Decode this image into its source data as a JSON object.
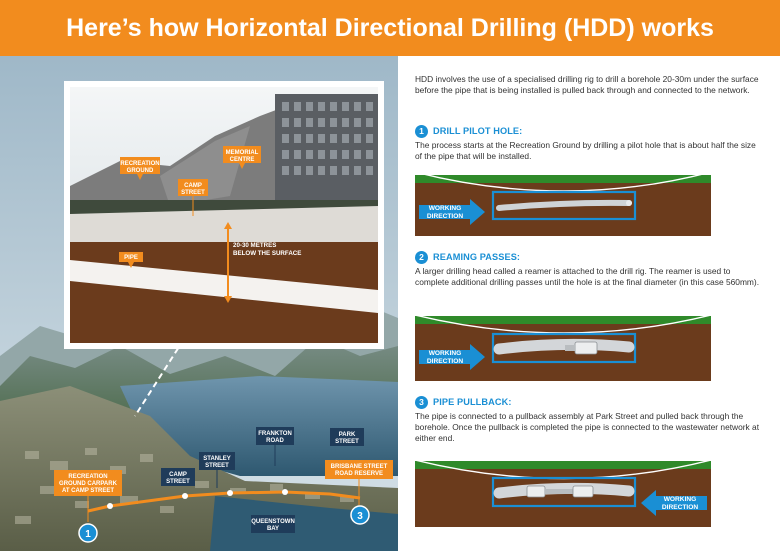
{
  "header": {
    "title": "Here’s how Horizontal Directional Drilling (HDD) works",
    "color": "#f28c1e"
  },
  "intro": "HDD involves the use of a specialised drilling rig to drill a borehole 20-30m under the surface before the pipe that is being installed is pulled back through and connected to the network.",
  "steps": [
    {
      "number": "1",
      "title": "DRILL PILOT HOLE:",
      "description": "The process starts at the Recreation Ground by drilling a pilot hole that is about half the size of the pipe that will be installed.",
      "arrow_label_line1": "WORKING",
      "arrow_label_line2": "DIRECTION"
    },
    {
      "number": "2",
      "title": "REAMING PASSES:",
      "description": "A larger drilling head called a reamer is attached to the drill rig. The reamer is used to complete additional drilling passes until the hole is at the final diameter (in this case 560mm).",
      "arrow_label_line1": "WORKING",
      "arrow_label_line2": "DIRECTION"
    },
    {
      "number": "3",
      "title": "PIPE PULLBACK:",
      "description": "The pipe is connected to a pullback assembly at Park Street and pulled back through the borehole. Once the pullback is completed the pipe is connected to the wastewater network at either end.",
      "arrow_label_line1": "WORKING",
      "arrow_label_line2": "DIRECTION"
    }
  ],
  "cross_section": {
    "recreation_ground_1": "RECREATION",
    "recreation_ground_2": "GROUND",
    "memorial_centre_1": "MEMORIAL",
    "memorial_centre_2": "CENTRE",
    "camp_street_1": "CAMP",
    "camp_street_2": "STREET",
    "depth_1": "20-30 METRES",
    "depth_2": "BELOW THE SURFACE",
    "pipe": "PIPE"
  },
  "map": {
    "frankton_road_1": "FRANKTON",
    "frankton_road_2": "ROAD",
    "park_street_1": "PARK",
    "park_street_2": "STREET",
    "stanley_street_1": "STANLEY",
    "stanley_street_2": "STREET",
    "camp_street_1": "CAMP",
    "camp_street_2": "STREET",
    "recreation_carpark_1": "RECREATION",
    "recreation_carpark_2": "GROUND CARPARK",
    "recreation_carpark_3": "AT CAMP STREET",
    "brisbane_street_1": "BRISBANE STREET",
    "brisbane_street_2": "ROAD RESERVE",
    "queenstown_bay_1": "QUEENSTOWN",
    "queenstown_bay_2": "BAY",
    "marker_start": "1",
    "marker_end": "3"
  },
  "colors": {
    "accent_orange": "#f28c1e",
    "accent_blue": "#1a8fd4",
    "soil_brown": "#6b3b1c",
    "grass_green": "#2f8a2a",
    "label_navy": "#1f3c5a"
  }
}
